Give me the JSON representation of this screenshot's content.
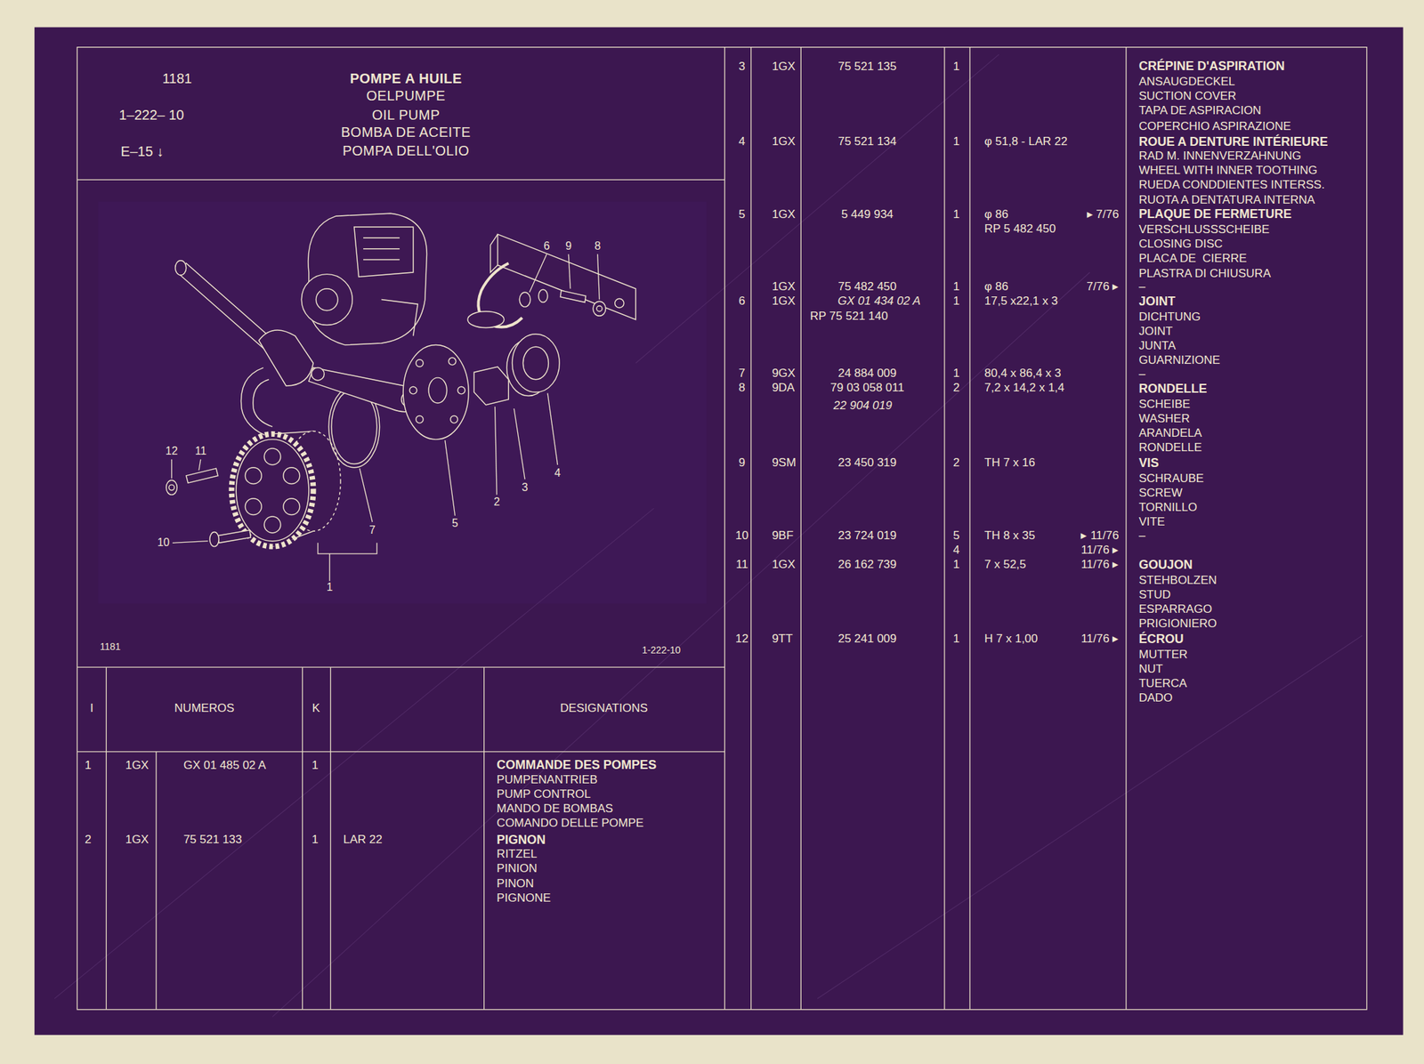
{
  "diagram": {
    "title": "POMPE A HUILE",
    "nodes": [
      {
        "text": [
          "1181",
          "1–222– 10",
          "E–15 ↓"
        ]
      },
      {
        "text": [
          "1181",
          "1-222-10"
        ]
      }
    ],
    "labels": [
      "OELPUMPE",
      "OIL PUMP",
      "BOMBA DE ACEITE",
      "POMPA DELL'OLIO",
      "6",
      "9",
      "8",
      "12",
      "11",
      "10",
      "7",
      "5",
      "2",
      "3",
      "4",
      "1",
      "I",
      "NUMEROS",
      "K",
      "DESIGNATIONS",
      "1",
      "1GX",
      "GX 01 485 02 A",
      "1",
      "COMMANDE DES POMPES",
      "PUMPENANTRIEB",
      "PUMP CONTROL",
      "MANDO DE BOMBAS",
      "COMANDO DELLE POMPE",
      "2",
      "1GX",
      "75 521 133",
      "1",
      "LAR 22",
      "PIGNON",
      "RITZEL",
      "PINION",
      "PINON",
      "PIGNONE",
      "3",
      "1GX",
      "75 521 135",
      "1",
      "CRÉPINE D'ASPIRATION",
      "ANSAUGDECKEL",
      "SUCTION COVER",
      "TAPA DE ASPIRACION",
      "COPERCHIO ASPIRAZIONE",
      "4",
      "1GX",
      "75 521 134",
      "1",
      "φ 51,8 - LAR 22",
      "ROUE A DENTURE INTÉRIEURE",
      "RAD M. INNENVERZAHNUNG",
      "WHEEL WITH INNER TOOTHING",
      "RUEDA CONDDIENTES INTERSS.",
      "RUOTA A DENTATURA INTERNA",
      "5",
      "1GX",
      "5 449 934",
      "1",
      "φ 86",
      "▸ 7/76",
      "RP 5 482 450",
      "PLAQUE DE FERMETURE",
      "VERSCHLUSSSCHEIBE",
      "CLOSING DISC",
      "PLACA DE  CIERRE",
      "PLASTRA DI CHIUSURA",
      "–",
      "1GX",
      "75 482 450",
      "1",
      "φ 86",
      "7/76 ▸",
      "6",
      "1GX",
      "GX 01 434 02 A",
      "1",
      "17,5 x22,1 x 3",
      "RP 75 521 140",
      "JOINT",
      "DICHTUNG",
      "JOINT",
      "JUNTA",
      "GUARNIZIONE",
      "–",
      "7",
      "9GX",
      "24 884 009",
      "1",
      "80,4 x 86,4 x 3",
      "8",
      "9DA",
      "79 03 058 011",
      "2",
      "7,2 x 14,2 x 1,4",
      "22 904 019",
      "RONDELLE",
      "SCHEIBE",
      "WASHER",
      "ARANDELA",
      "RONDELLE",
      "9",
      "9SM",
      "23 450 319",
      "2",
      "TH 7 x 16",
      "VIS",
      "SCHRAUBE",
      "SCREW",
      "TORNILLO",
      "VITE",
      "10",
      "9BF",
      "23 724 019",
      "5",
      "TH 8 x 35",
      "▸ 11/76",
      "–",
      "4",
      "11/76 ▸",
      "11",
      "1GX",
      "26 162 739",
      "1",
      "7 x 52,5",
      "11/76 ▸",
      "GOUJON",
      "STEHBOLZEN",
      "STUD",
      "ESPARRAGO",
      "PRIGIONIERO",
      "12",
      "9TT",
      "25 241 009",
      "1",
      "H 7 x 1,00",
      "11/76 ▸",
      "ÉCROU",
      "MUTTER",
      "NUT",
      "TUERCA",
      "DADO"
    ]
  }
}
